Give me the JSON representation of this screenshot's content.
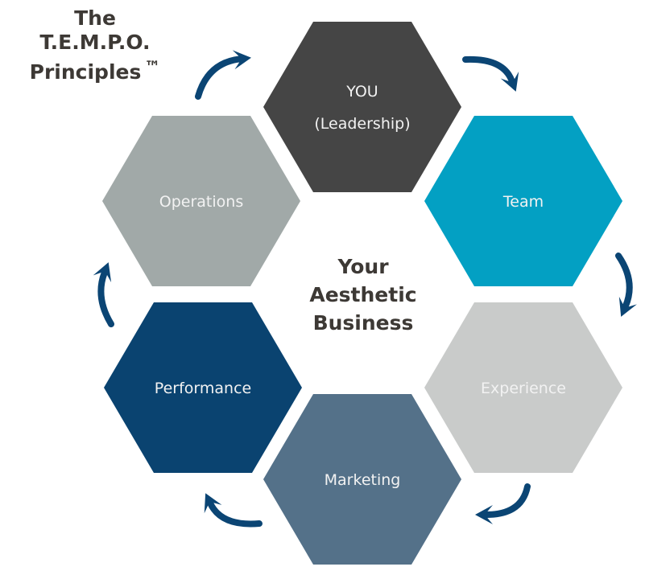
{
  "title": {
    "line1": "The",
    "line2": "T.E.M.P.O.",
    "line3": "Principles",
    "trademark": "™"
  },
  "center": {
    "line1": "Your",
    "line2": "Aesthetic",
    "line3": "Business"
  },
  "arrow_color": "#0b4574",
  "hexagons": [
    {
      "id": "you",
      "lines": [
        "YOU",
        "(Leadership)"
      ],
      "color": "#454545",
      "text_color": "#e8e8e8"
    },
    {
      "id": "team",
      "lines": [
        "Team"
      ],
      "color": "#03a0c3",
      "text_color": "#eef8fb"
    },
    {
      "id": "experience",
      "lines": [
        "Experience"
      ],
      "color": "#c9cbca",
      "text_color": "#f4f4f4"
    },
    {
      "id": "marketing",
      "lines": [
        "Marketing"
      ],
      "color": "#547189",
      "text_color": "#eef1f4"
    },
    {
      "id": "performance",
      "lines": [
        "Performance"
      ],
      "color": "#0a4370",
      "text_color": "#eef2f6"
    },
    {
      "id": "operations",
      "lines": [
        "Operations"
      ],
      "color": "#a1a9a8",
      "text_color": "#f4f5f5"
    }
  ],
  "arrows": [
    {
      "from": "operations",
      "to": "you",
      "icon": "curved-arrow-icon"
    },
    {
      "from": "you",
      "to": "team",
      "icon": "curved-arrow-icon"
    },
    {
      "from": "team",
      "to": "experience",
      "icon": "curved-arrow-icon"
    },
    {
      "from": "experience",
      "to": "marketing",
      "icon": "curved-arrow-icon"
    },
    {
      "from": "marketing",
      "to": "performance",
      "icon": "curved-arrow-icon"
    },
    {
      "from": "performance",
      "to": "operations",
      "icon": "curved-arrow-icon"
    }
  ]
}
